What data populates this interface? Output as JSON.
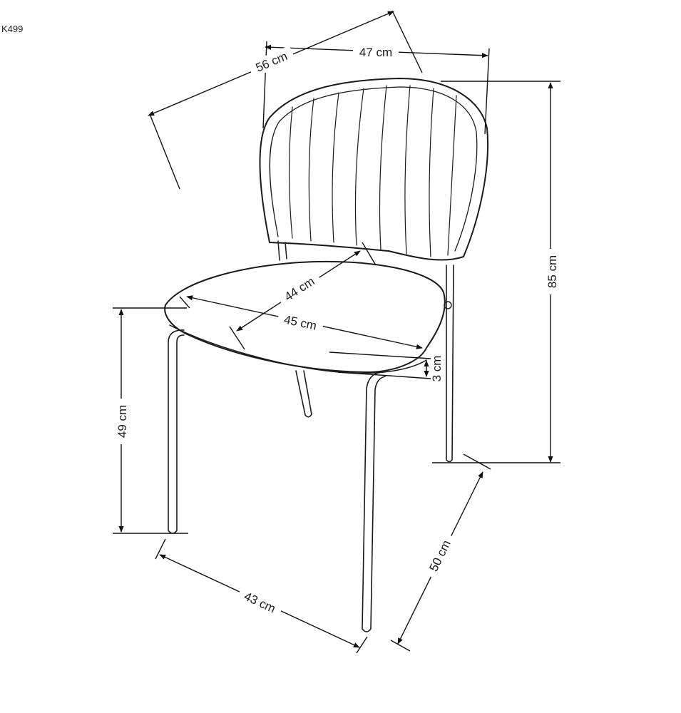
{
  "product": {
    "model": "K499"
  },
  "dimensions": {
    "back_width": "47 cm",
    "overall_depth": "56 cm",
    "overall_height": "85 cm",
    "seat_depth": "44 cm",
    "seat_width": "45 cm",
    "seat_thickness": "3 cm",
    "seat_height": "49 cm",
    "leg_span_front": "43 cm",
    "leg_span_side": "50 cm"
  }
}
